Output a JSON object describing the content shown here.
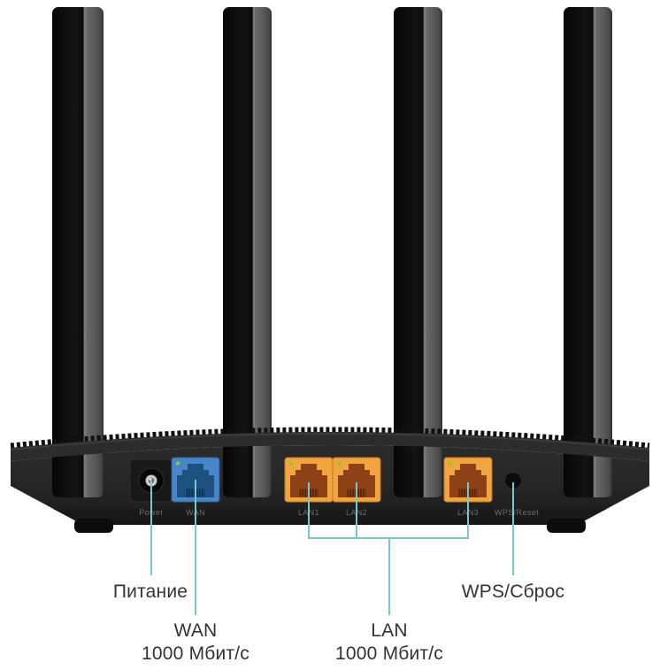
{
  "device": {
    "antennas": 4,
    "ports": [
      {
        "id": "power",
        "label": "Power",
        "kind": "dc-power-jack"
      },
      {
        "id": "wan",
        "label": "WAN",
        "kind": "ethernet",
        "color": "#4886c9"
      },
      {
        "id": "lan1",
        "label": "LAN1",
        "kind": "ethernet",
        "color": "#f2a440"
      },
      {
        "id": "lan2",
        "label": "LAN2",
        "kind": "ethernet",
        "color": "#f2a440"
      },
      {
        "id": "lan3",
        "label": "LAN3",
        "kind": "ethernet",
        "color": "#f2a440"
      },
      {
        "id": "wps_reset",
        "label": "WPS/Reset",
        "kind": "push-button"
      }
    ]
  },
  "callouts": {
    "power": {
      "label": "Питание"
    },
    "wan": {
      "label": "WAN",
      "speed": "1000 Мбит/с"
    },
    "lan": {
      "label": "LAN",
      "speed": "1000 Мбит/с"
    },
    "wps": {
      "label": "WPS/Сброс"
    }
  },
  "colors": {
    "callout_line": "#79c7d1",
    "wan_port": "#4886c9",
    "lan_port": "#f2a440",
    "status_led": "#86c742",
    "label_text": "#333333",
    "port_label_text": "#6d6d6d",
    "body": "#232323"
  }
}
